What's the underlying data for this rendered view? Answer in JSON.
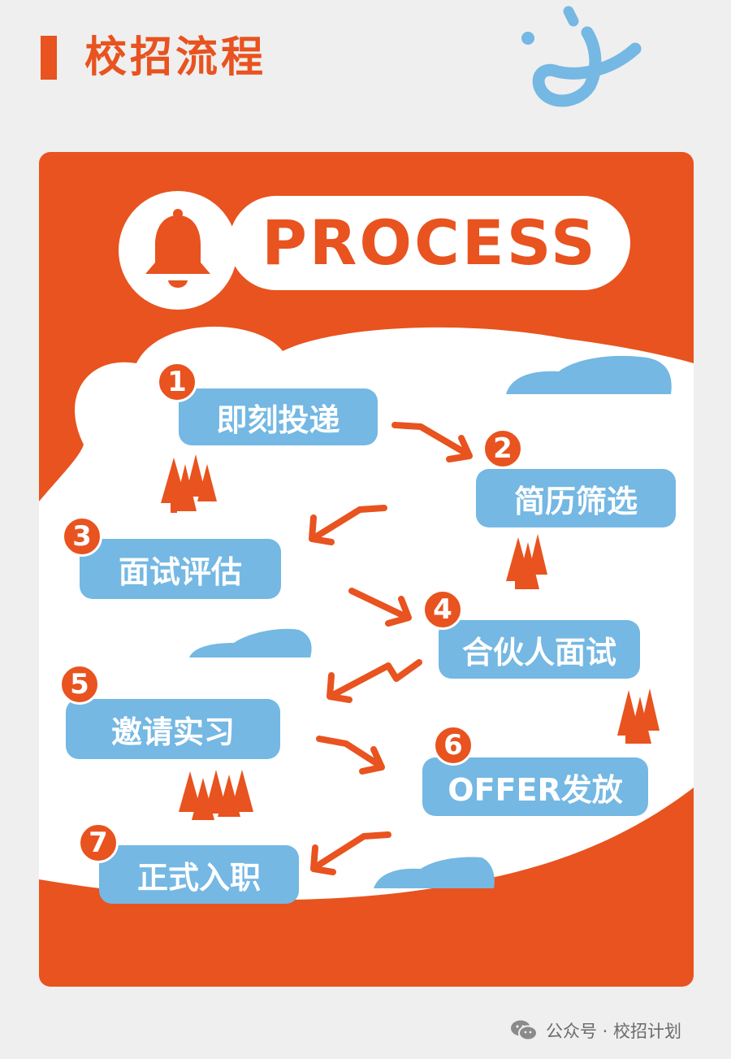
{
  "header": {
    "title": "校招流程"
  },
  "banner": {
    "process_label": "PROCESS"
  },
  "steps": [
    {
      "number": "1",
      "label": "即刻投递"
    },
    {
      "number": "2",
      "label": "简历筛选"
    },
    {
      "number": "3",
      "label": "面试评估"
    },
    {
      "number": "4",
      "label": "合伙人面试"
    },
    {
      "number": "5",
      "label": "邀请实习"
    },
    {
      "number": "6",
      "label": "OFFER发放"
    },
    {
      "number": "7",
      "label": "正式入职"
    }
  ],
  "footer": {
    "source": "公众号 · 校招计划"
  },
  "colors": {
    "accent": "#e8531f",
    "step_blue": "#74b8e3",
    "background": "#efefef"
  },
  "icons": {
    "logo": "smile-logo-icon",
    "bell": "bell-icon",
    "footer": "wechat-icon"
  }
}
